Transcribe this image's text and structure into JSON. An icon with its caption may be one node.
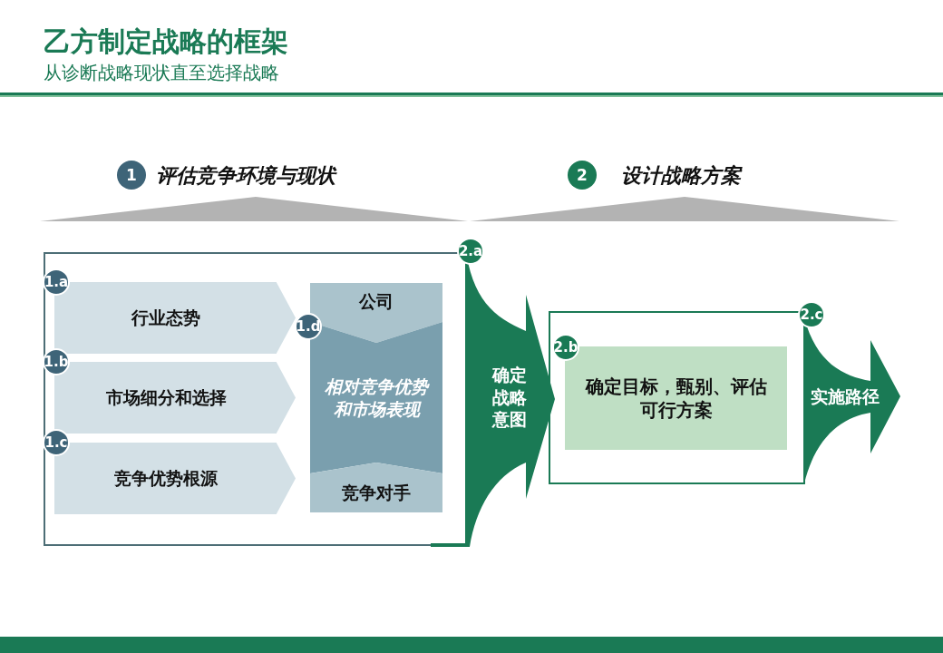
{
  "diagram": {
    "title": "乙方制定战略的框架",
    "labels": [
      "从诊断战略现状直至选择战略"
    ],
    "nodes": [
      {
        "text": [
          "1",
          "评估竞争环境与现状"
        ]
      },
      {
        "text": [
          "2",
          "设计战略方案"
        ]
      },
      {
        "text": [],
        "shape": "box"
      },
      {
        "text": [
          "1.a",
          "行业态势"
        ],
        "in": 2
      },
      {
        "text": [
          "1.b",
          "市场细分和选择"
        ],
        "in": 2
      },
      {
        "text": [
          "1.c",
          "竞争优势根源"
        ],
        "in": 2
      },
      {
        "text": [
          "公司"
        ],
        "in": 2
      },
      {
        "text": [
          "1.d",
          "相对竞争优势和市场表现"
        ],
        "in": 2
      },
      {
        "text": [
          "竞争对手"
        ],
        "in": 2
      },
      {
        "text": [
          "2.a",
          "确定战略意图"
        ]
      },
      {
        "text": [],
        "shape": "box"
      },
      {
        "text": [
          "2.b",
          "确定目标，甄别、评估可行方案"
        ],
        "in": 10
      },
      {
        "text": [
          "2.c",
          "实施路径"
        ]
      }
    ]
  }
}
